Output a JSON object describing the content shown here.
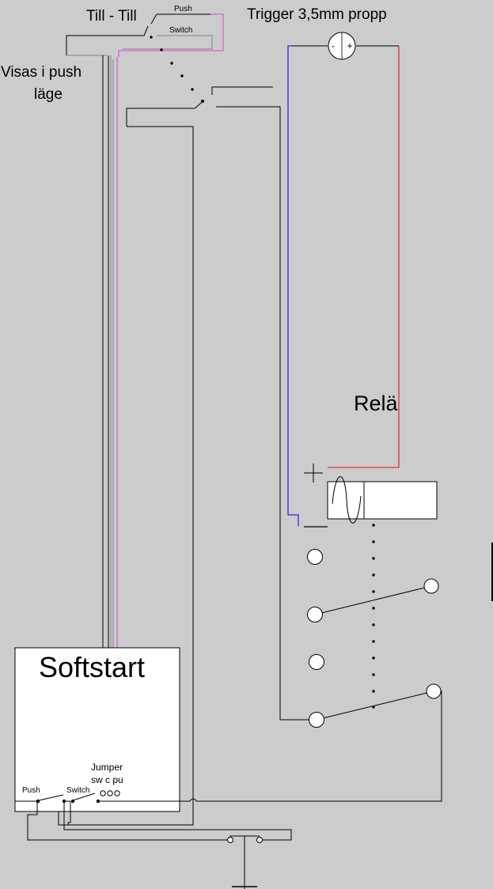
{
  "labels": {
    "till_till": "Till - Till",
    "push_top": "Push",
    "switch_top": "Switch",
    "trigger": "Trigger 3,5mm propp",
    "visas_line1": "Visas i push",
    "visas_line2": "läge",
    "rela": "Relä",
    "softstart": "Softstart",
    "jumper_line1": "Jumper",
    "jumper_line2": "sw c pu",
    "push_bottom": "Push",
    "switch_bottom": "Switch"
  },
  "symbols": {
    "jack_minus": "-",
    "jack_plus": "+"
  },
  "colors": {
    "background": "#cccccc",
    "wire": "#000000",
    "wire_grey": "#808080",
    "positive_wire": "#e03030",
    "negative_wire": "#2a2ae0",
    "push_wire": "#e040e0",
    "component_fill": "#ffffff"
  }
}
